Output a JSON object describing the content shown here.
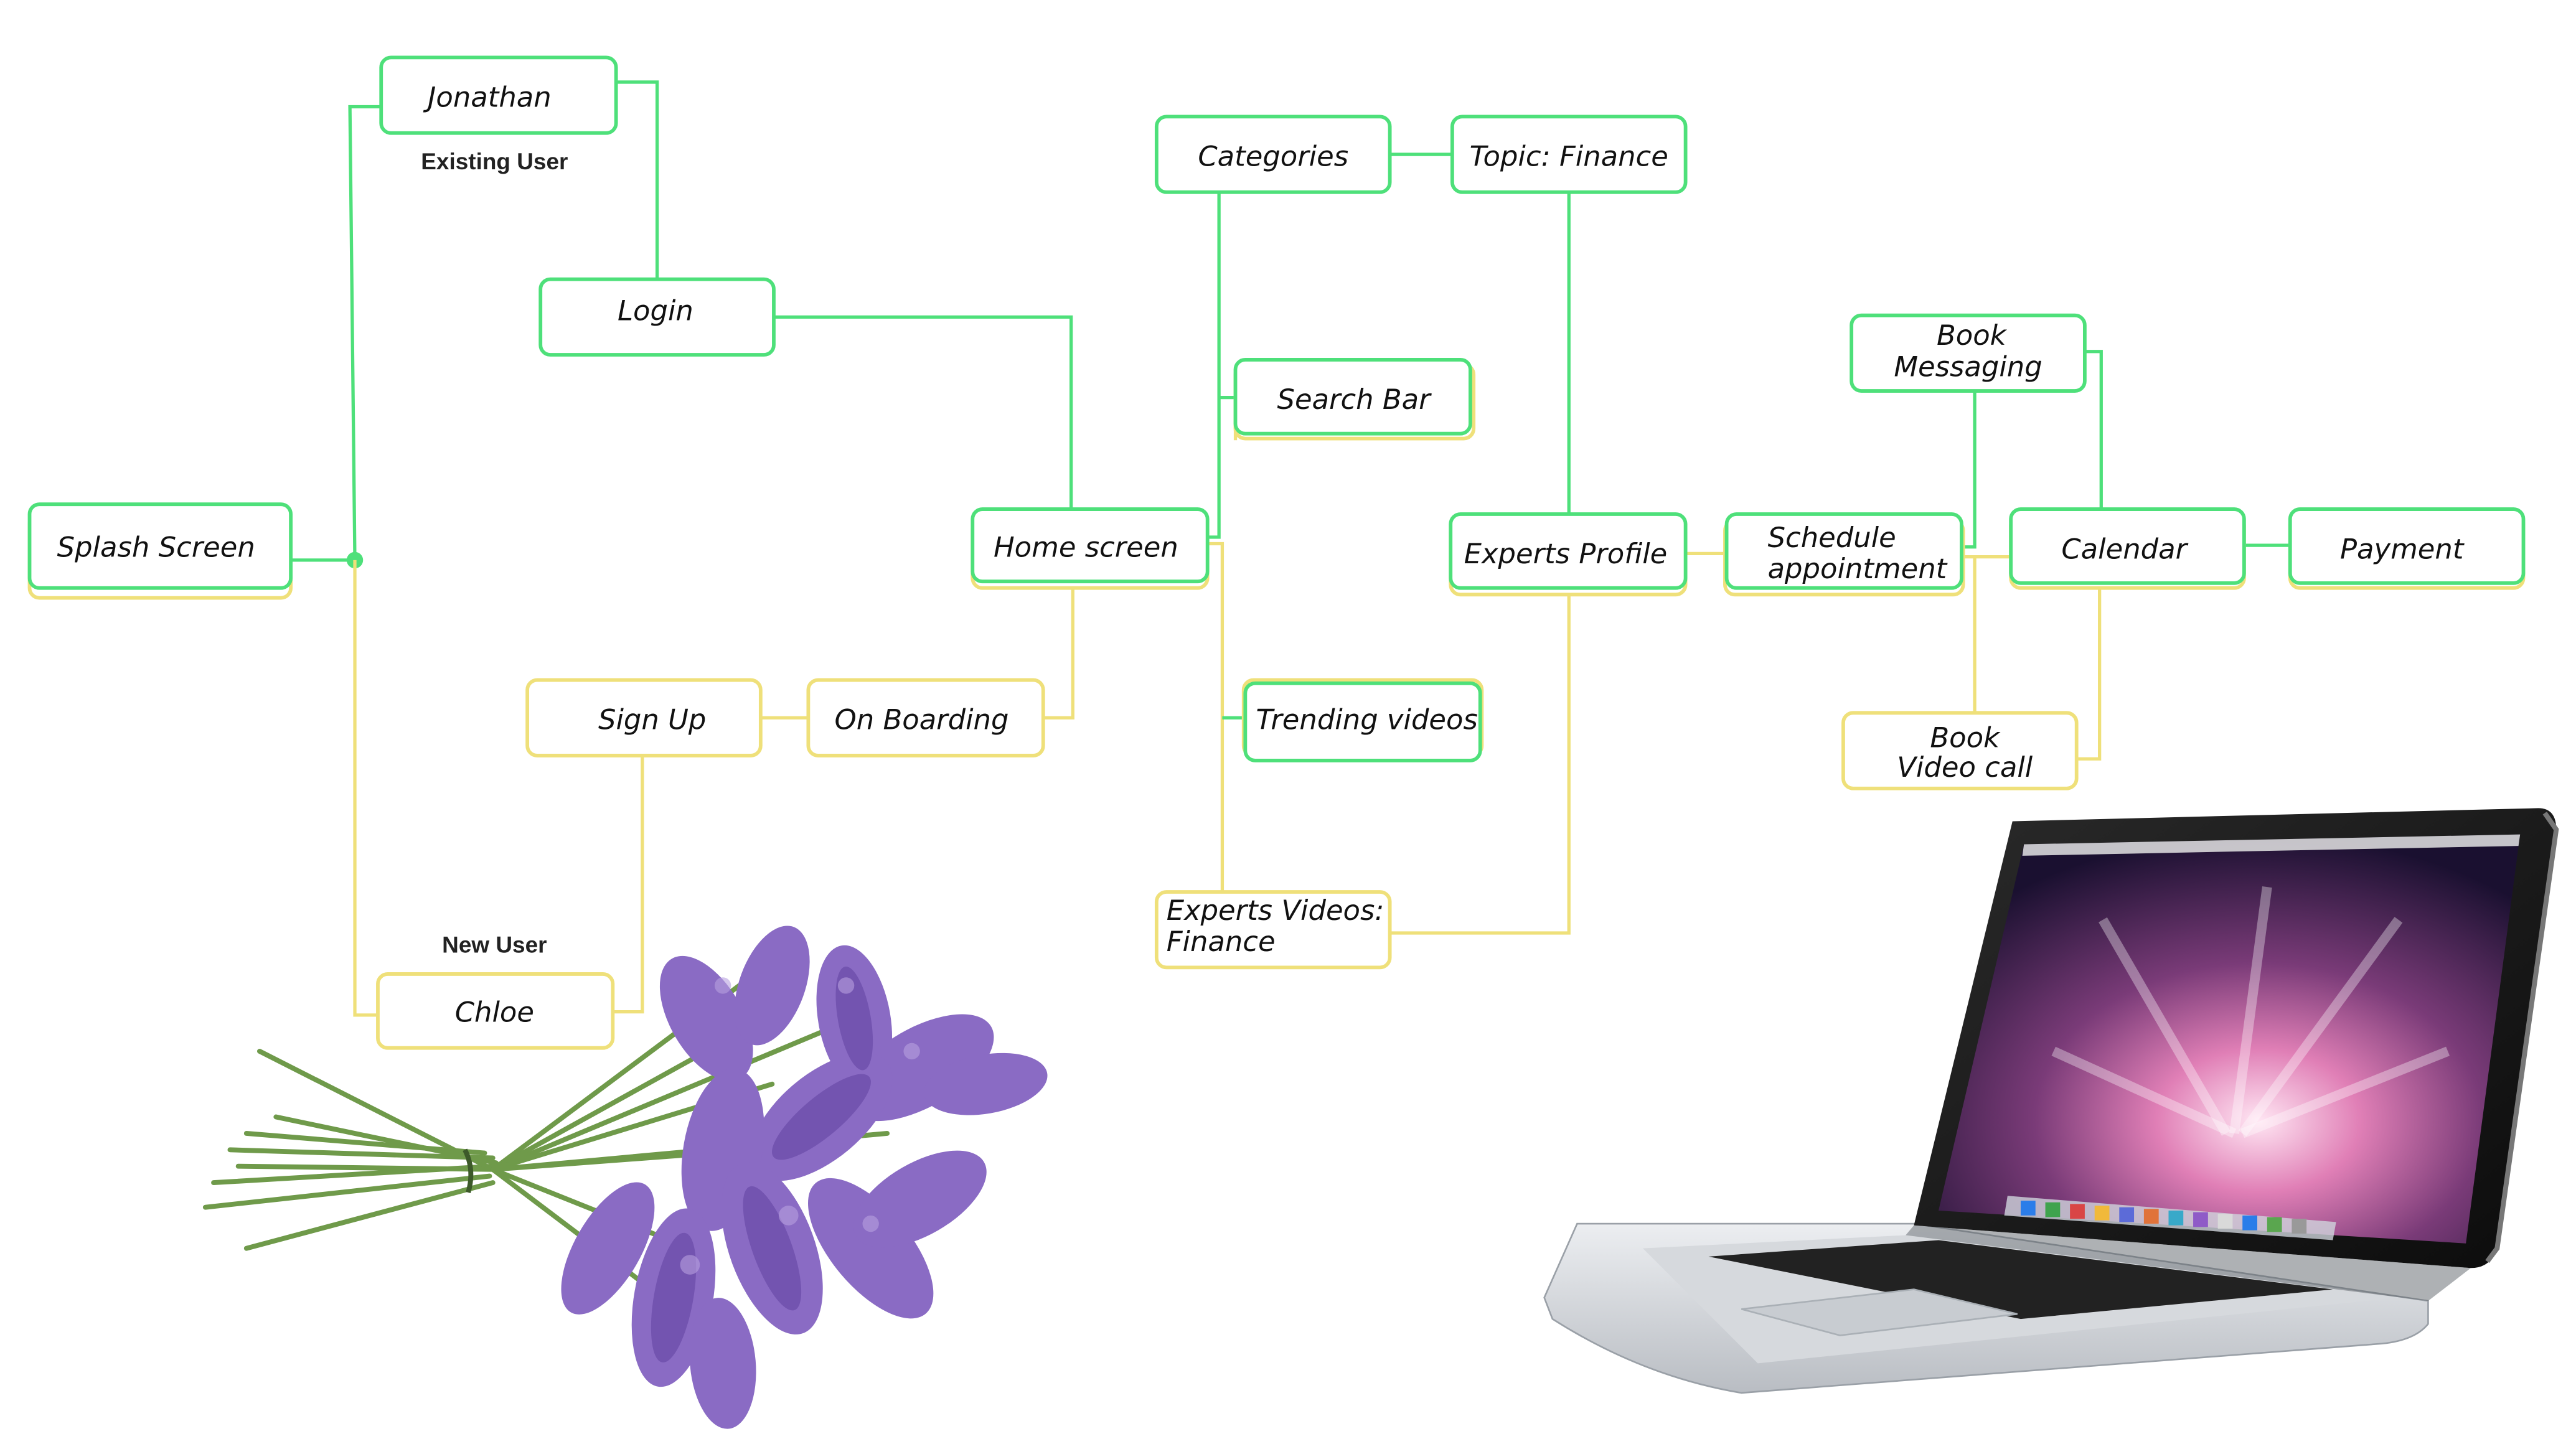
{
  "nodes": {
    "jonathan": "Jonathan",
    "login": "Login",
    "splash": "Splash Screen",
    "chloe": "Chloe",
    "signup": "Sign Up",
    "onboarding": "On Boarding",
    "home": "Home screen",
    "categories": "Categories",
    "topic": "Topic: Finance",
    "search": "Search Bar",
    "trending": "Trending videos",
    "experts_videos_1": "Experts Videos:",
    "experts_videos_2": "Finance",
    "experts_profile": "Experts Profile",
    "schedule_1": "Schedule",
    "schedule_2": "appointment",
    "book_msg_1": "Book",
    "book_msg_2": "Messaging",
    "calendar": "Calendar",
    "payment": "Payment",
    "book_video_1": "Book",
    "book_video_2": "Video call"
  },
  "captions": {
    "existing_user": "Existing User",
    "new_user": "New User"
  },
  "colors": {
    "green": "#4ee07a",
    "yellow": "#efe07a"
  },
  "images": {
    "flower": "lavender-bouquet",
    "laptop": "laptop-computer"
  }
}
